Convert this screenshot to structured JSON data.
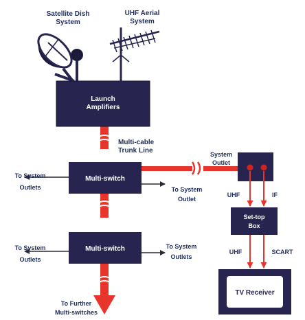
{
  "antennas": {
    "satellite": [
      "Satellite Dish",
      "System"
    ],
    "uhf": [
      "UHF Aerial",
      "System"
    ]
  },
  "launch_amplifiers": [
    "Launch",
    "Amplifiers"
  ],
  "trunk_label": [
    "Multi-cable",
    "Trunk Line"
  ],
  "system_outlet_label": [
    "System",
    "Outlet"
  ],
  "multiswitch_1": {
    "label": "Multi-switch",
    "left_out": [
      "To System",
      "Outlets"
    ],
    "right_out": [
      "To System",
      "Outlet"
    ]
  },
  "multiswitch_2": {
    "label": "Multi-switch",
    "left_out": [
      "To System",
      "Outlets"
    ],
    "right_out": [
      "To System",
      "Outlets"
    ]
  },
  "further_label": [
    "To Further",
    "Multi-switches"
  ],
  "settop": {
    "label": [
      "Set-top",
      "Box"
    ],
    "in_left": "UHF",
    "in_right": "IF",
    "out_left": "UHF",
    "out_right": "SCART"
  },
  "tv_receiver": "TV Receiver",
  "colors": {
    "box_fill": "#27254f",
    "box_text": "#ffffff",
    "trunk": "#e8352b",
    "arrow": "#2a2a3a",
    "outlet_dot": "#d0231e",
    "label": "#1f2d5c"
  }
}
